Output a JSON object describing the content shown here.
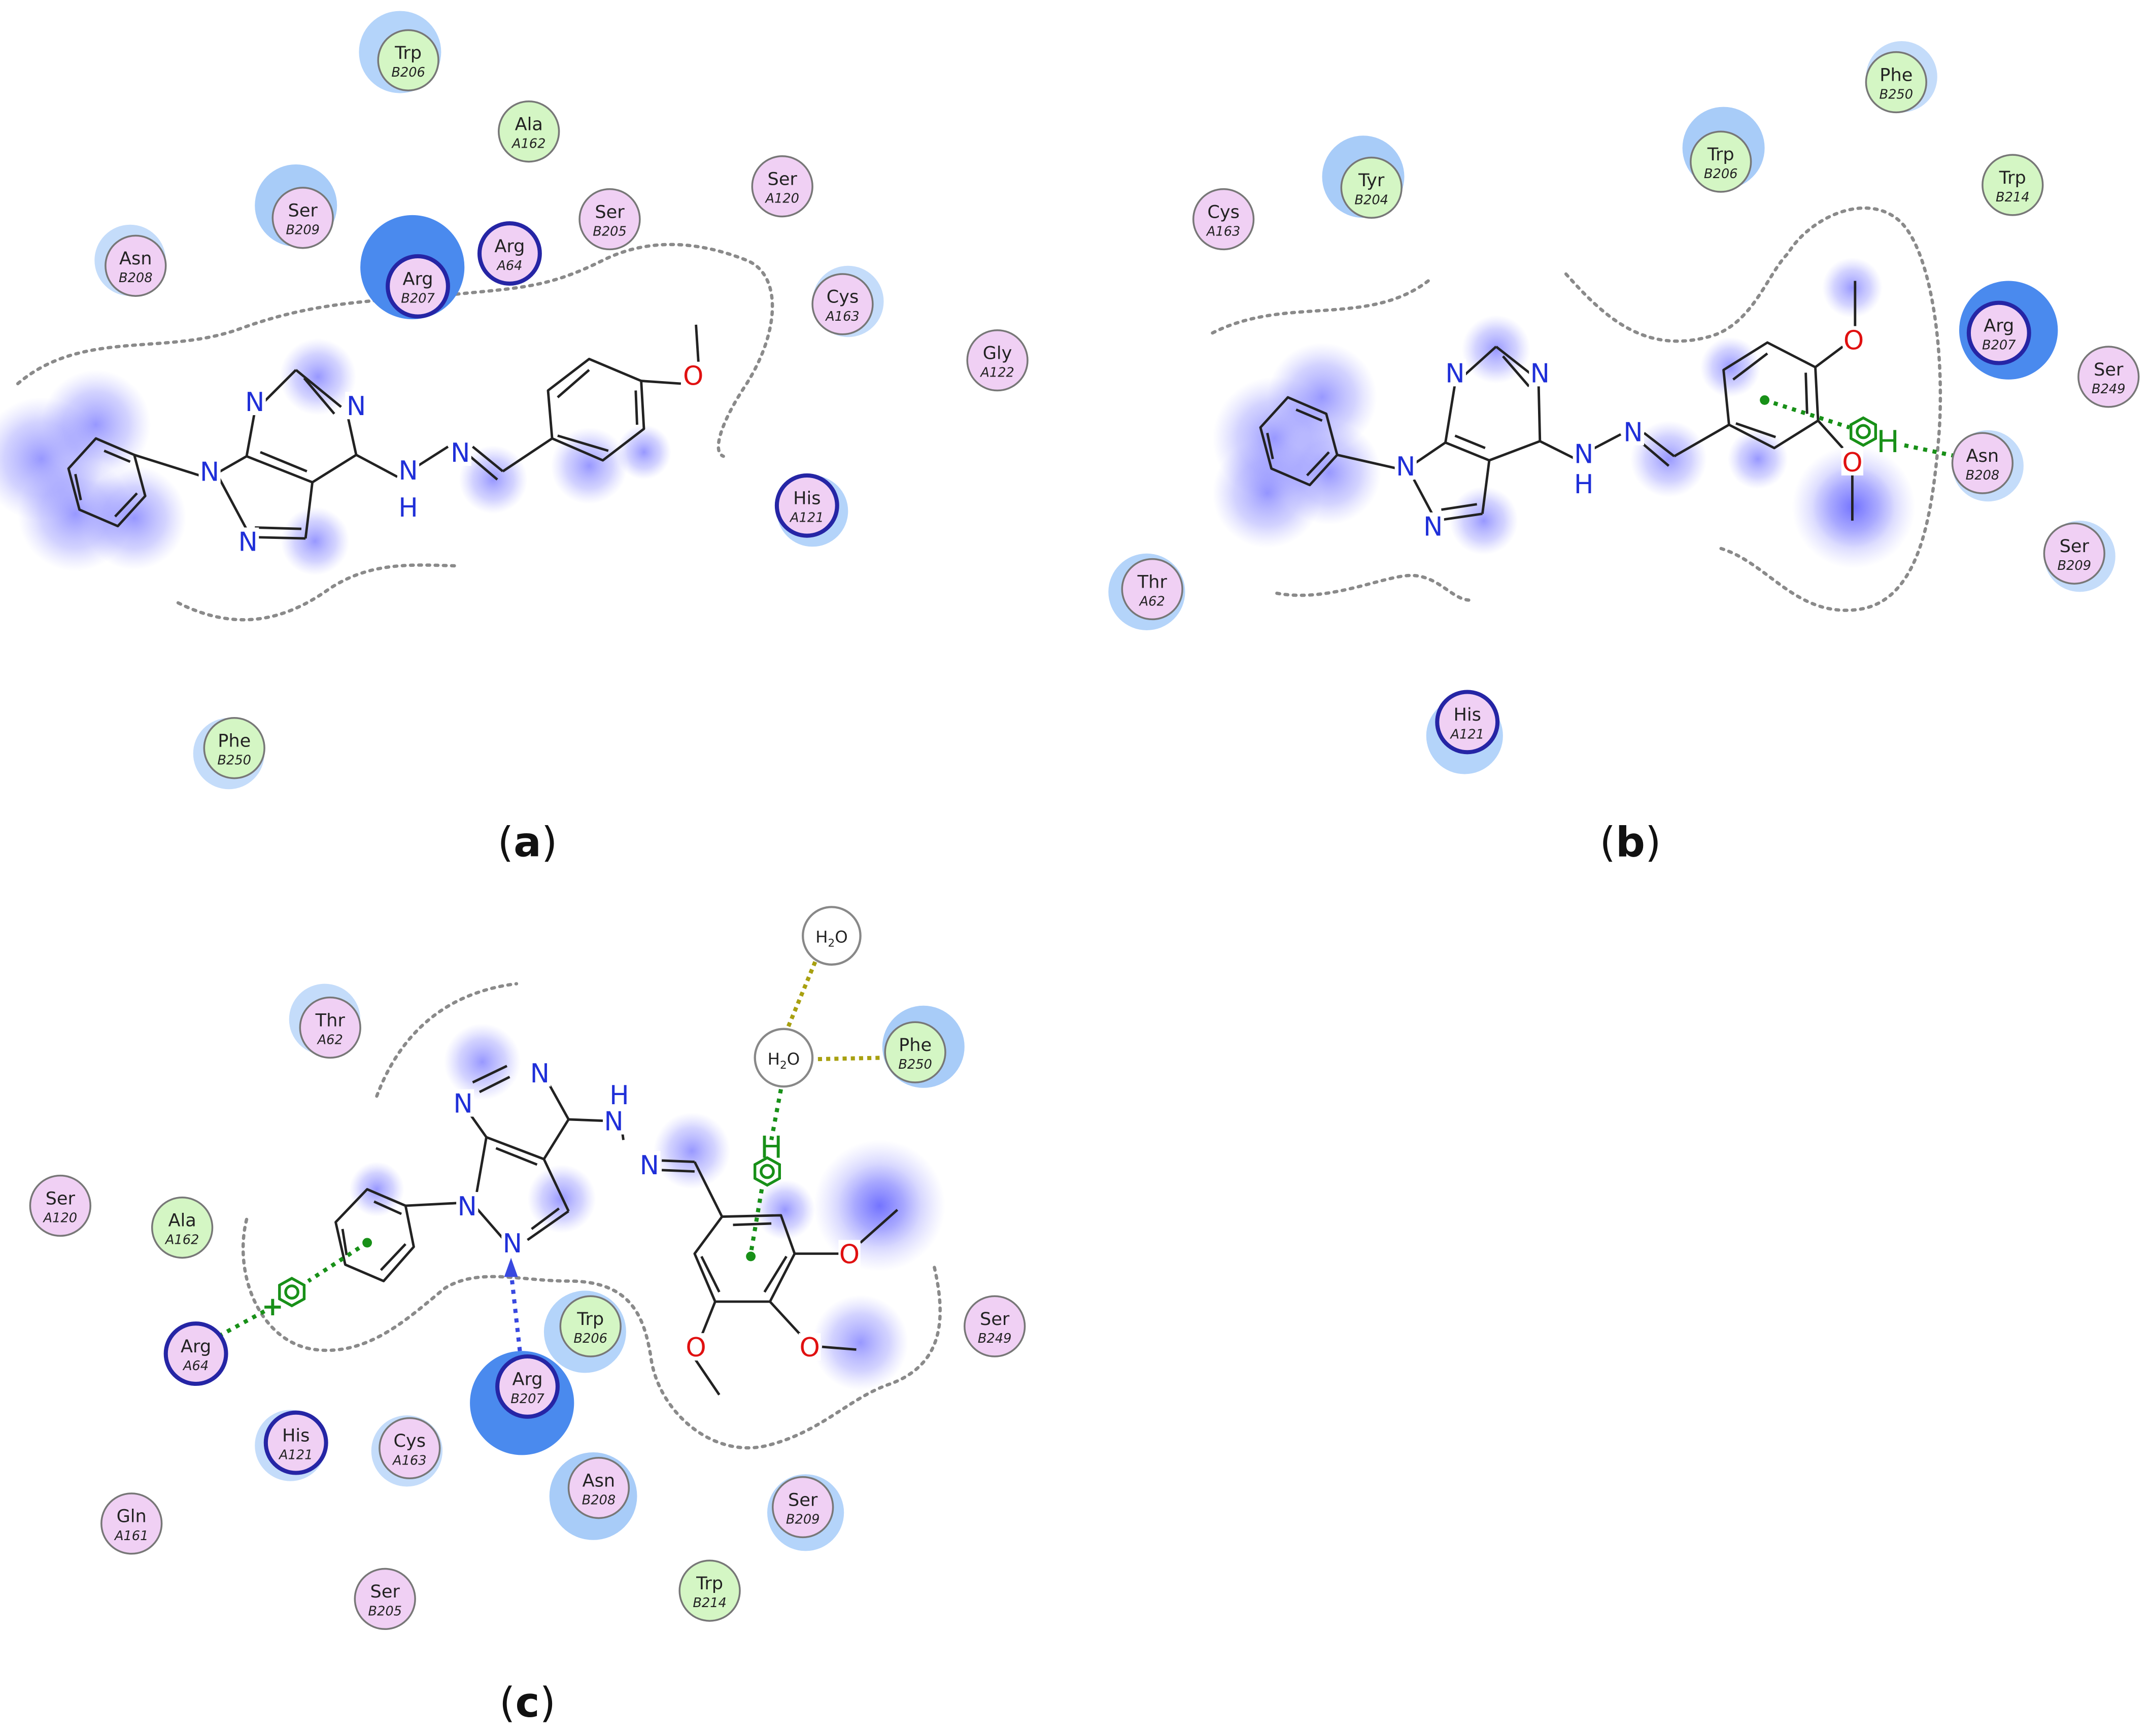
{
  "panels": [
    {
      "label": "(a)",
      "labelText": "a",
      "ligand_atoms": [
        "N",
        "N",
        "N",
        "N",
        "N",
        "N",
        "O",
        "H"
      ],
      "residues": [
        {
          "name": "Trp",
          "id": "B206",
          "type": "hydrophobic"
        },
        {
          "name": "Ala",
          "id": "A162",
          "type": "hydrophobic"
        },
        {
          "name": "Ser",
          "id": "B209",
          "type": "polar"
        },
        {
          "name": "Asn",
          "id": "B208",
          "type": "polar"
        },
        {
          "name": "Arg",
          "id": "B207",
          "type": "basic"
        },
        {
          "name": "Arg",
          "id": "A64",
          "type": "basic"
        },
        {
          "name": "Ser",
          "id": "B205",
          "type": "polar"
        },
        {
          "name": "Ser",
          "id": "A120",
          "type": "polar"
        },
        {
          "name": "Cys",
          "id": "A163",
          "type": "polar"
        },
        {
          "name": "Gly",
          "id": "A122",
          "type": "polar"
        },
        {
          "name": "His",
          "id": "A121",
          "type": "basic"
        },
        {
          "name": "Phe",
          "id": "B250",
          "type": "hydrophobic"
        }
      ]
    },
    {
      "label": "(b)",
      "labelText": "b",
      "ligand_atoms": [
        "N",
        "N",
        "N",
        "N",
        "N",
        "N",
        "O",
        "O",
        "H"
      ],
      "interaction_symbols": [
        "H"
      ],
      "residues": [
        {
          "name": "Phe",
          "id": "B250",
          "type": "hydrophobic"
        },
        {
          "name": "Trp",
          "id": "B206",
          "type": "hydrophobic"
        },
        {
          "name": "Tyr",
          "id": "B204",
          "type": "hydrophobic"
        },
        {
          "name": "Cys",
          "id": "A163",
          "type": "polar"
        },
        {
          "name": "Trp",
          "id": "B214",
          "type": "hydrophobic"
        },
        {
          "name": "Arg",
          "id": "B207",
          "type": "basic"
        },
        {
          "name": "Ser",
          "id": "B249",
          "type": "polar"
        },
        {
          "name": "Asn",
          "id": "B208",
          "type": "polar"
        },
        {
          "name": "Ser",
          "id": "B209",
          "type": "polar"
        },
        {
          "name": "Thr",
          "id": "A62",
          "type": "polar"
        },
        {
          "name": "His",
          "id": "A121",
          "type": "basic"
        }
      ]
    },
    {
      "label": "(c)",
      "labelText": "c",
      "ligand_atoms": [
        "N",
        "N",
        "N",
        "N",
        "N",
        "N",
        "O",
        "O",
        "O",
        "H"
      ],
      "interaction_symbols": [
        "H"
      ],
      "waters": [
        "H2O",
        "H2O"
      ],
      "residues": [
        {
          "name": "Thr",
          "id": "A62",
          "type": "polar"
        },
        {
          "name": "Phe",
          "id": "B250",
          "type": "hydrophobic"
        },
        {
          "name": "Ser",
          "id": "A120",
          "type": "polar"
        },
        {
          "name": "Ala",
          "id": "A162",
          "type": "hydrophobic"
        },
        {
          "name": "Arg",
          "id": "A64",
          "type": "basic"
        },
        {
          "name": "Trp",
          "id": "B206",
          "type": "hydrophobic"
        },
        {
          "name": "Arg",
          "id": "B207",
          "type": "basic"
        },
        {
          "name": "Ser",
          "id": "B249",
          "type": "polar"
        },
        {
          "name": "His",
          "id": "A121",
          "type": "basic"
        },
        {
          "name": "Cys",
          "id": "A163",
          "type": "polar"
        },
        {
          "name": "Asn",
          "id": "B208",
          "type": "polar"
        },
        {
          "name": "Ser",
          "id": "B209",
          "type": "polar"
        },
        {
          "name": "Gln",
          "id": "A161",
          "type": "polar"
        },
        {
          "name": "Trp",
          "id": "B214",
          "type": "hydrophobic"
        },
        {
          "name": "Ser",
          "id": "B205",
          "type": "polar"
        }
      ]
    }
  ],
  "colors": {
    "polar_fill": "#f0d0f4",
    "hydrophobic_fill": "#d4f6c4",
    "basic_ring": "#2525a5",
    "normal_ring": "#777777",
    "nitrogen": "#1f2fd8",
    "oxygen": "#e01010",
    "bond": "#222222",
    "pocket_line": "#8a8a8a",
    "pi_interaction": "#189018",
    "hbond": "#3848e0",
    "water_bond": "#a8a010",
    "exposure": "#4a74ee",
    "glow": "#6060ff"
  }
}
